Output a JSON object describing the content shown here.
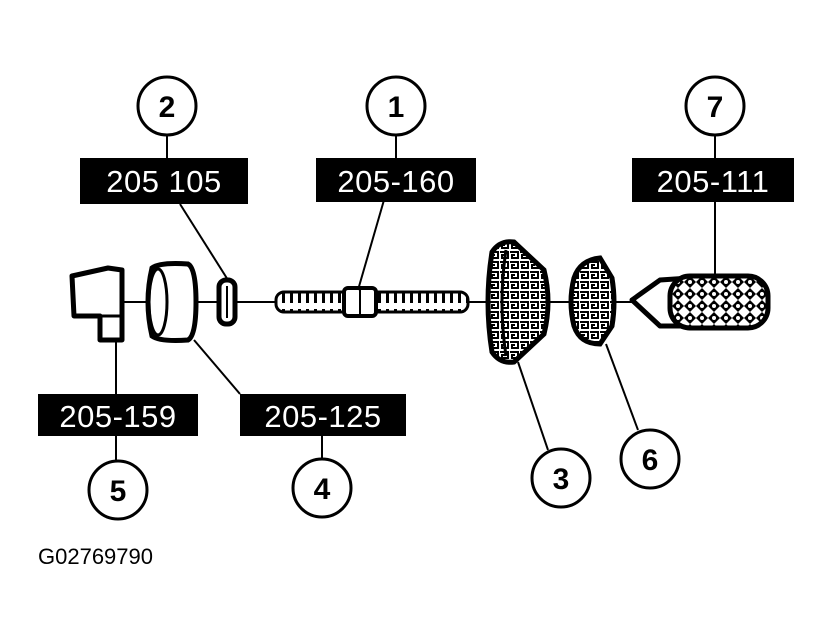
{
  "figure_id": "G02769790",
  "callouts": [
    {
      "number": "1",
      "tool_number": "205-160"
    },
    {
      "number": "2",
      "tool_number": "205 105"
    },
    {
      "number": "3"
    },
    {
      "number": "4",
      "tool_number": "205-125"
    },
    {
      "number": "5",
      "tool_number": "205-159"
    },
    {
      "number": "6"
    },
    {
      "number": "7",
      "tool_number": "205-111"
    }
  ],
  "colors": {
    "ink": "#000000",
    "paper": "#ffffff"
  }
}
